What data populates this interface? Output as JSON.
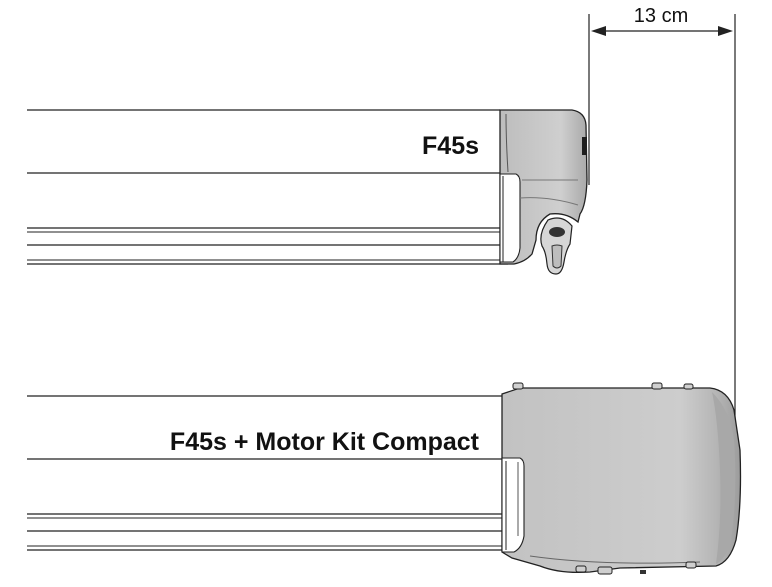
{
  "dimension": {
    "label": "13 cm"
  },
  "awnings": [
    {
      "label": "F45s"
    },
    {
      "label": "F45s + Motor Kit Compact"
    }
  ],
  "colors": {
    "housing": "#c7c7c7",
    "housing_dark": "#8a8a8a",
    "outline": "#222222",
    "background": "#ffffff"
  }
}
